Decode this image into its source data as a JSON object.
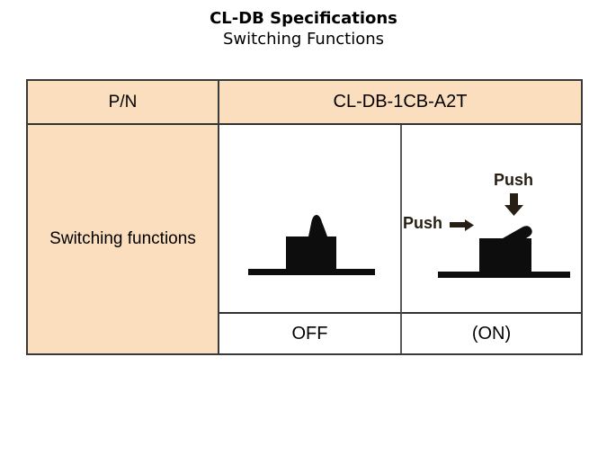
{
  "page": {
    "title": "CL-DB Specifications",
    "subtitle": "Switching Functions"
  },
  "table": {
    "pn_header": "P/N",
    "model_header": "CL-DB-1CB-A2T",
    "row_label": "Switching functions",
    "off_state": {
      "label": "OFF",
      "icon": "switch-lever-up-icon"
    },
    "on_state": {
      "label": "(ON)",
      "push_top_label": "Push",
      "push_side_label": "Push",
      "icon": "switch-lever-pressed-icon"
    }
  },
  "colors": {
    "cell_fill": "#fbdebe",
    "border": "#3a3a3a",
    "inner_divider": "#5a5a5a",
    "switch_black": "#0d0d0d",
    "push_dark": "#271f13"
  }
}
